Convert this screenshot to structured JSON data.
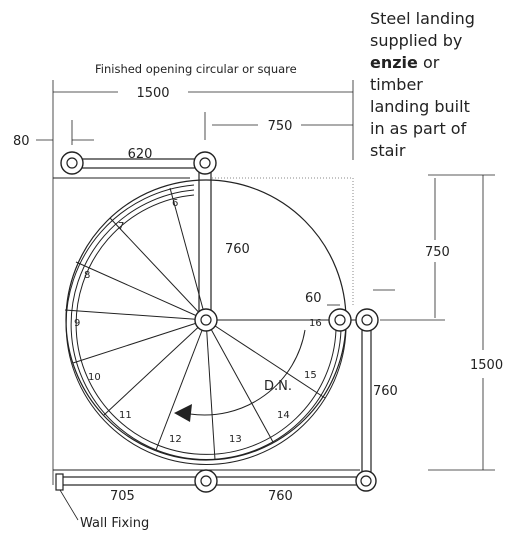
{
  "diagram": {
    "top_note": "Finished opening circular or square",
    "side_note": {
      "line1": "Steel landing",
      "line2": "supplied by",
      "brand": "enzie",
      "line3_suffix": " or",
      "line4": "timber",
      "line5": "landing built",
      "line6": "in as part of",
      "line7": "stair"
    },
    "dimensions": {
      "overall_width": "1500",
      "edge_offset": "80",
      "top_rail": "620",
      "top_right": "750",
      "center_post": "760",
      "right_upper": "750",
      "post_gap": "60",
      "right_rail": "760",
      "overall_height": "1500",
      "bottom_left": "705",
      "bottom_right": "760"
    },
    "direction_label": "D.N.",
    "wall_fixing_label": "Wall Fixing",
    "step_numbers": [
      "6",
      "7",
      "8",
      "9",
      "10",
      "11",
      "12",
      "13",
      "14",
      "15",
      "16"
    ]
  }
}
